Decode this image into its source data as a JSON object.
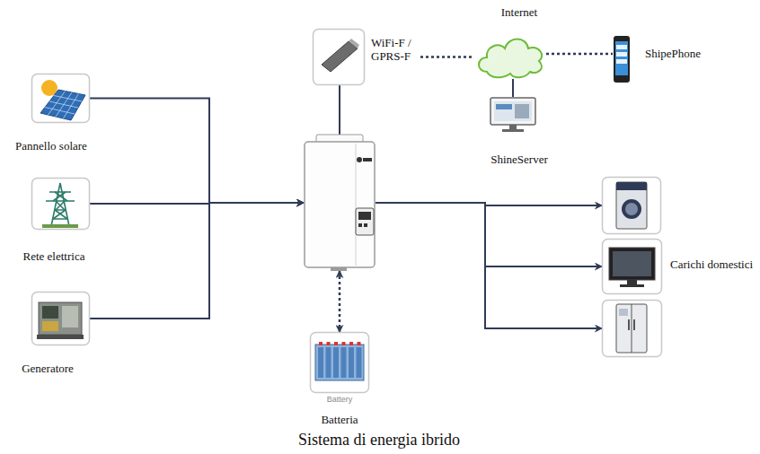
{
  "diagram": {
    "caption": "Sistema di energia ibrido",
    "nodes": [
      {
        "text": [
          "Pannello solare"
        ]
      },
      {
        "text": [
          "Rete elettrica"
        ]
      },
      {
        "text": [
          "Generatore"
        ]
      },
      {
        "text": []
      },
      {
        "text": [
          "WiFi-F / GPRS-F"
        ]
      },
      {
        "text": [
          "Internet"
        ]
      },
      {
        "text": [
          "ShipePhone"
        ]
      },
      {
        "text": [
          "ShineServer"
        ]
      },
      {
        "text": []
      },
      {
        "text": []
      },
      {
        "text": []
      },
      {
        "text": [
          "Battery",
          "Batteria"
        ]
      }
    ],
    "edges": [
      {
        "from": 0,
        "to": 3,
        "arrow": "to"
      },
      {
        "from": 1,
        "to": 3,
        "arrow": "to"
      },
      {
        "from": 2,
        "to": 3,
        "arrow": "to"
      },
      {
        "from": 4,
        "to": 3,
        "arrow": "none"
      },
      {
        "from": 4,
        "to": 5,
        "arrow": "none"
      },
      {
        "from": 5,
        "to": 6,
        "arrow": "none"
      },
      {
        "from": 5,
        "to": 7,
        "arrow": "none"
      },
      {
        "from": 3,
        "to": 11,
        "arrow": "both"
      },
      {
        "from": 3,
        "to": 8,
        "arrow": "to"
      },
      {
        "from": 3,
        "to": 9,
        "arrow": "to"
      },
      {
        "from": 3,
        "to": 10,
        "arrow": "to"
      }
    ],
    "labels": [
      "Carichi domestici"
    ]
  }
}
